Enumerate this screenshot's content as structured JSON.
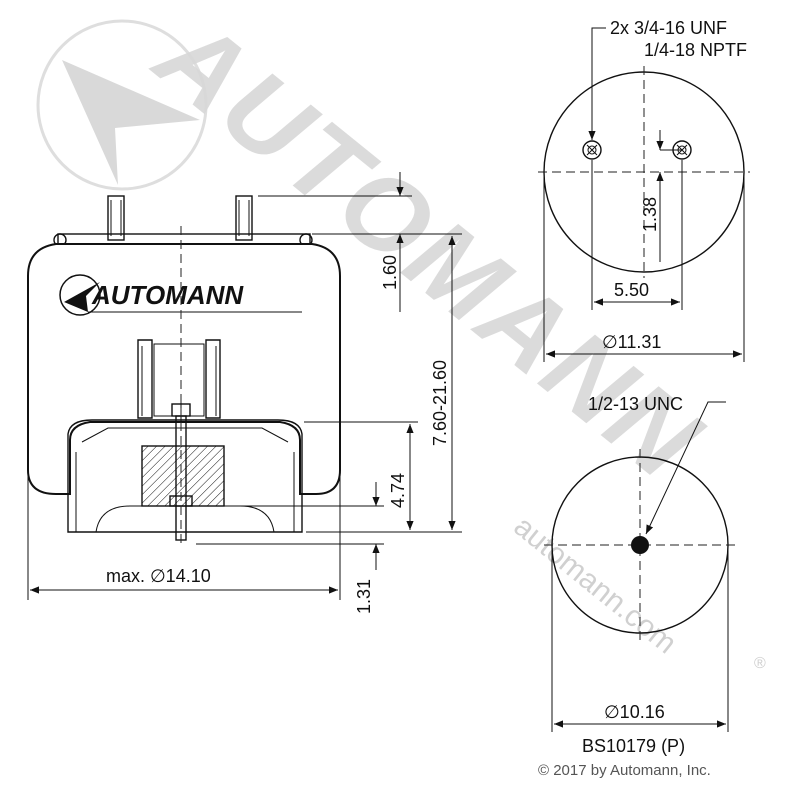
{
  "watermark": {
    "brand": "AUTOMANN",
    "url": "automann.com",
    "mark": "®"
  },
  "side_view": {
    "logo_text": "AUTOMANN",
    "dim_height_top": "1.60",
    "dim_height_range": "7.60-21.60",
    "dim_piston": "4.74",
    "dim_bottom": "1.31",
    "dim_max_diameter": "max. ∅14.10"
  },
  "top_view": {
    "callout_line1": "2x 3/4-16 UNF",
    "callout_line2": "1/4-18 NPTF",
    "dim_offset": "1.38",
    "dim_spacing": "5.50",
    "dim_diameter": "∅11.31"
  },
  "bottom_view": {
    "callout": "1/2-13 UNC",
    "dim_diameter": "∅10.16",
    "part_number": "BS10179 (P)"
  },
  "copyright": "© 2017 by Automann, Inc."
}
